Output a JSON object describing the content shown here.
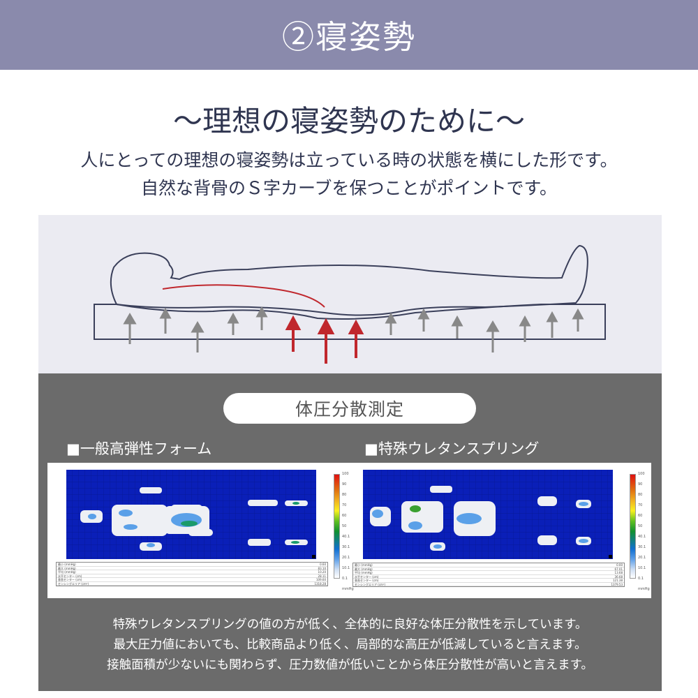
{
  "header": {
    "title": "②寝姿勢"
  },
  "intro": {
    "heading": "〜理想の寝姿勢のために〜",
    "line1": "人にとっての理想の寝姿勢は立っている時の状態を横にした形です。",
    "line2": "自然な背骨のＳ字カーブを保つことがポイントです。"
  },
  "measurement": {
    "title": "体圧分散測定",
    "left": {
      "label": "■一般高弾性フォーム",
      "stats": [
        [
          "最小 (mmHg)",
          "0.60"
        ],
        [
          "最大 (mmHg)",
          "83.10"
        ],
        [
          "平均 (mmHg)",
          "10.20"
        ],
        [
          "水平センター (cm)",
          "28.11"
        ],
        [
          "垂直センター (cm)",
          "109.60"
        ],
        [
          "センシングエリア (cm²)",
          "1318.28"
        ]
      ]
    },
    "right": {
      "label": "■特殊ウレタンスプリング",
      "stats": [
        [
          "最小 (mmHg)",
          "0.00"
        ],
        [
          "最大 (mmHg)",
          "67.01"
        ],
        [
          "平均 (mmHg)",
          "13.68"
        ],
        [
          "水平センター (cm)",
          "36.68"
        ],
        [
          "垂直センター (cm)",
          "121.38"
        ],
        [
          "センシングエリア (cm²)",
          "1379.53"
        ]
      ]
    },
    "legend": [
      "100",
      "90",
      "80",
      "70",
      "60",
      "50",
      "40.1",
      "30.1",
      "20.1",
      "10.1",
      "0.1"
    ],
    "legend_unit": "mmHg",
    "summary": [
      "特殊ウレタンスプリングの値の方が低く、全体的に良好な体圧分散性を示しています。",
      "最大圧力値においても、比較商品より低く、局部的な高圧が低減していると言えます。",
      "接触面積が少ないにも関わらず、圧力数値が低いことから体圧分散性が高いと言えます。"
    ]
  },
  "colors": {
    "header": "#8a8aac",
    "map_bg": "#0a1fb8",
    "red_arrow": "#c0272d"
  }
}
